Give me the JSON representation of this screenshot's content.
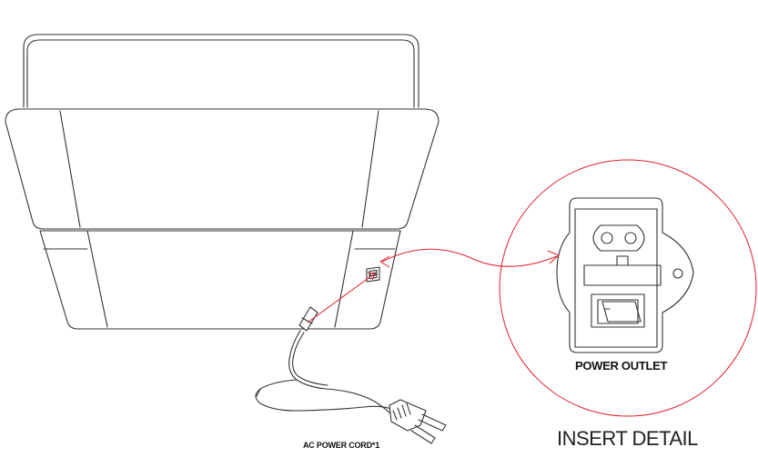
{
  "labels": {
    "cord": "AC POWER CORD*1",
    "outlet": "POWER OUTLET",
    "insert": "INSERT DETAIL"
  },
  "colors": {
    "line": "#333333",
    "callout": "#e0202a"
  },
  "icons": [
    "power-inlet-icon",
    "rocker-switch-icon",
    "power-plug-icon"
  ]
}
